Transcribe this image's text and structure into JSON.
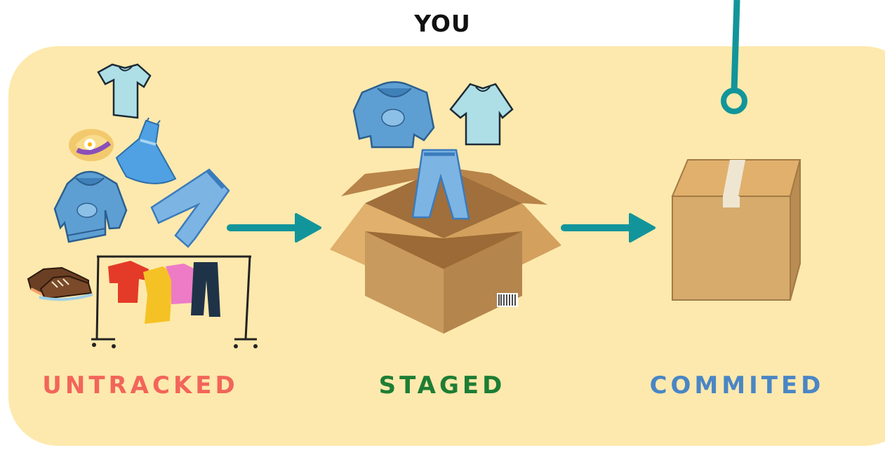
{
  "title": "YOU",
  "stages": [
    {
      "label": "UNTRACKED",
      "color": "#f2655a"
    },
    {
      "label": "STAGED",
      "color": "#1e7d34"
    },
    {
      "label": "COMMITED",
      "color": "#4a86c5"
    }
  ],
  "colors": {
    "panel": "#fde9ad",
    "arrow": "#12959a",
    "title": "#111111",
    "box": "#c89a5e"
  },
  "icons": [
    "t-shirt-icon",
    "hat-icon",
    "dress-icon",
    "hoodie-icon",
    "jeans-icon",
    "sneakers-icon",
    "clothes-rack-icon",
    "open-box-icon",
    "closed-box-icon",
    "arrow-right-icon",
    "pin-icon"
  ]
}
